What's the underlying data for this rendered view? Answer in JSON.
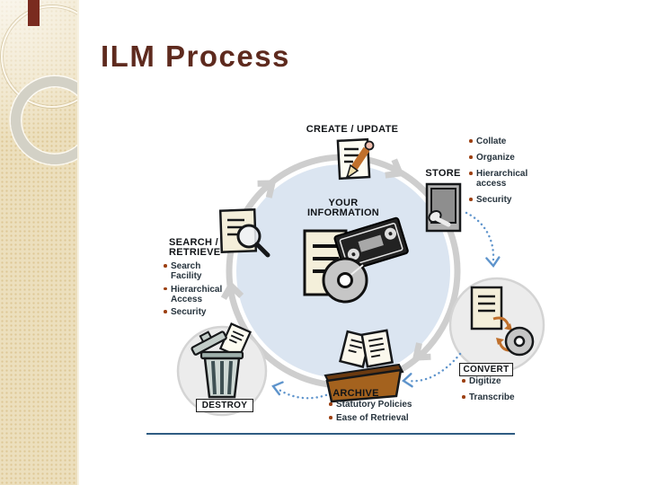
{
  "slide": {
    "title": "ILM Process"
  },
  "center": {
    "line1": "YOUR",
    "line2": "INFORMATION"
  },
  "stages": {
    "create": {
      "label": "CREATE / UPDATE"
    },
    "store": {
      "label": "STORE",
      "bullets": [
        "Collate",
        "Organize",
        "Hierarchical access",
        "Security"
      ]
    },
    "convert": {
      "label": "CONVERT",
      "bullets": [
        "Digitize",
        "Transcribe"
      ]
    },
    "archive": {
      "label": "ARCHIVE",
      "bullets": [
        "Statutory Policies",
        "Ease of Retrieval"
      ]
    },
    "destroy": {
      "label": "DESTROY"
    },
    "search": {
      "label_line1": "SEARCH /",
      "label_line2": "RETRIEVE",
      "bullets": [
        "Search Facility",
        "Hierarchical Access",
        "Security"
      ]
    }
  },
  "icons": {
    "create": "document-pencil-icon",
    "store": "safe-icon",
    "convert": "document-to-disc-icon",
    "archive": "folder-documents-icon",
    "destroy": "trash-can-icon",
    "search": "document-magnifier-icon",
    "center": "document-cassette-cd-icon"
  },
  "colors": {
    "title": "#5e2a1e",
    "accent": "#7a2b1f",
    "circle-fill": "#dbe5f1",
    "ring": "#cecece",
    "gray-circle": "#ececec",
    "gray-circle-edge": "#d4d4d4",
    "arrow": "#5e94cc",
    "label": "#111418",
    "text": "#26333d",
    "bullet-marker": "#9c4012",
    "underline": "#2f5c82"
  }
}
